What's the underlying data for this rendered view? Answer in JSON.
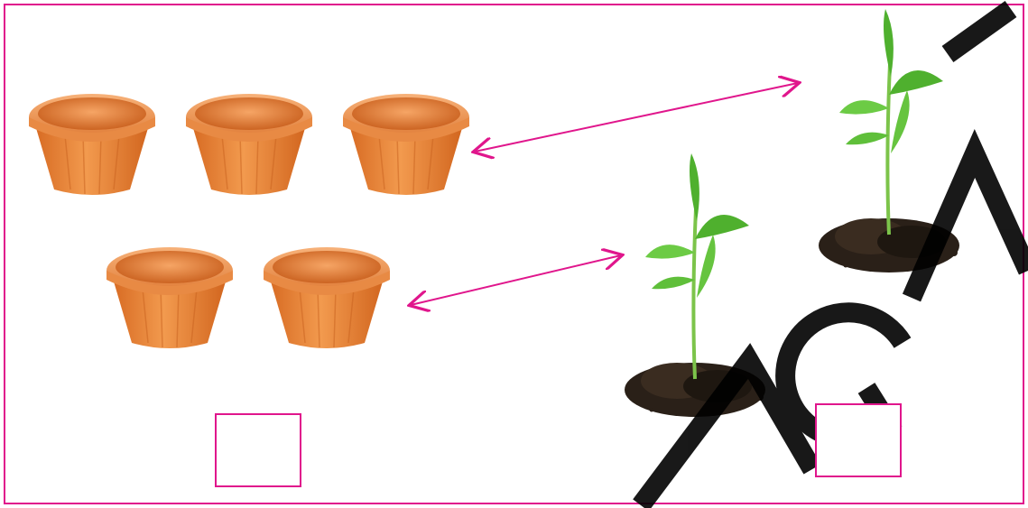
{
  "worksheet": {
    "frame_color": "#e0168c",
    "arrow_color": "#e0168c",
    "pot_color": "#e6843a",
    "leaf_color": "#5fbf3a",
    "soil_color": "#2a2018",
    "watermark_color": "#000000",
    "groups": {
      "pots": {
        "object": "flower-pot",
        "count": 5,
        "answer": ""
      },
      "plants": {
        "object": "seedling-in-soil",
        "count": 2,
        "answer": ""
      }
    },
    "matching_lines": 2
  }
}
